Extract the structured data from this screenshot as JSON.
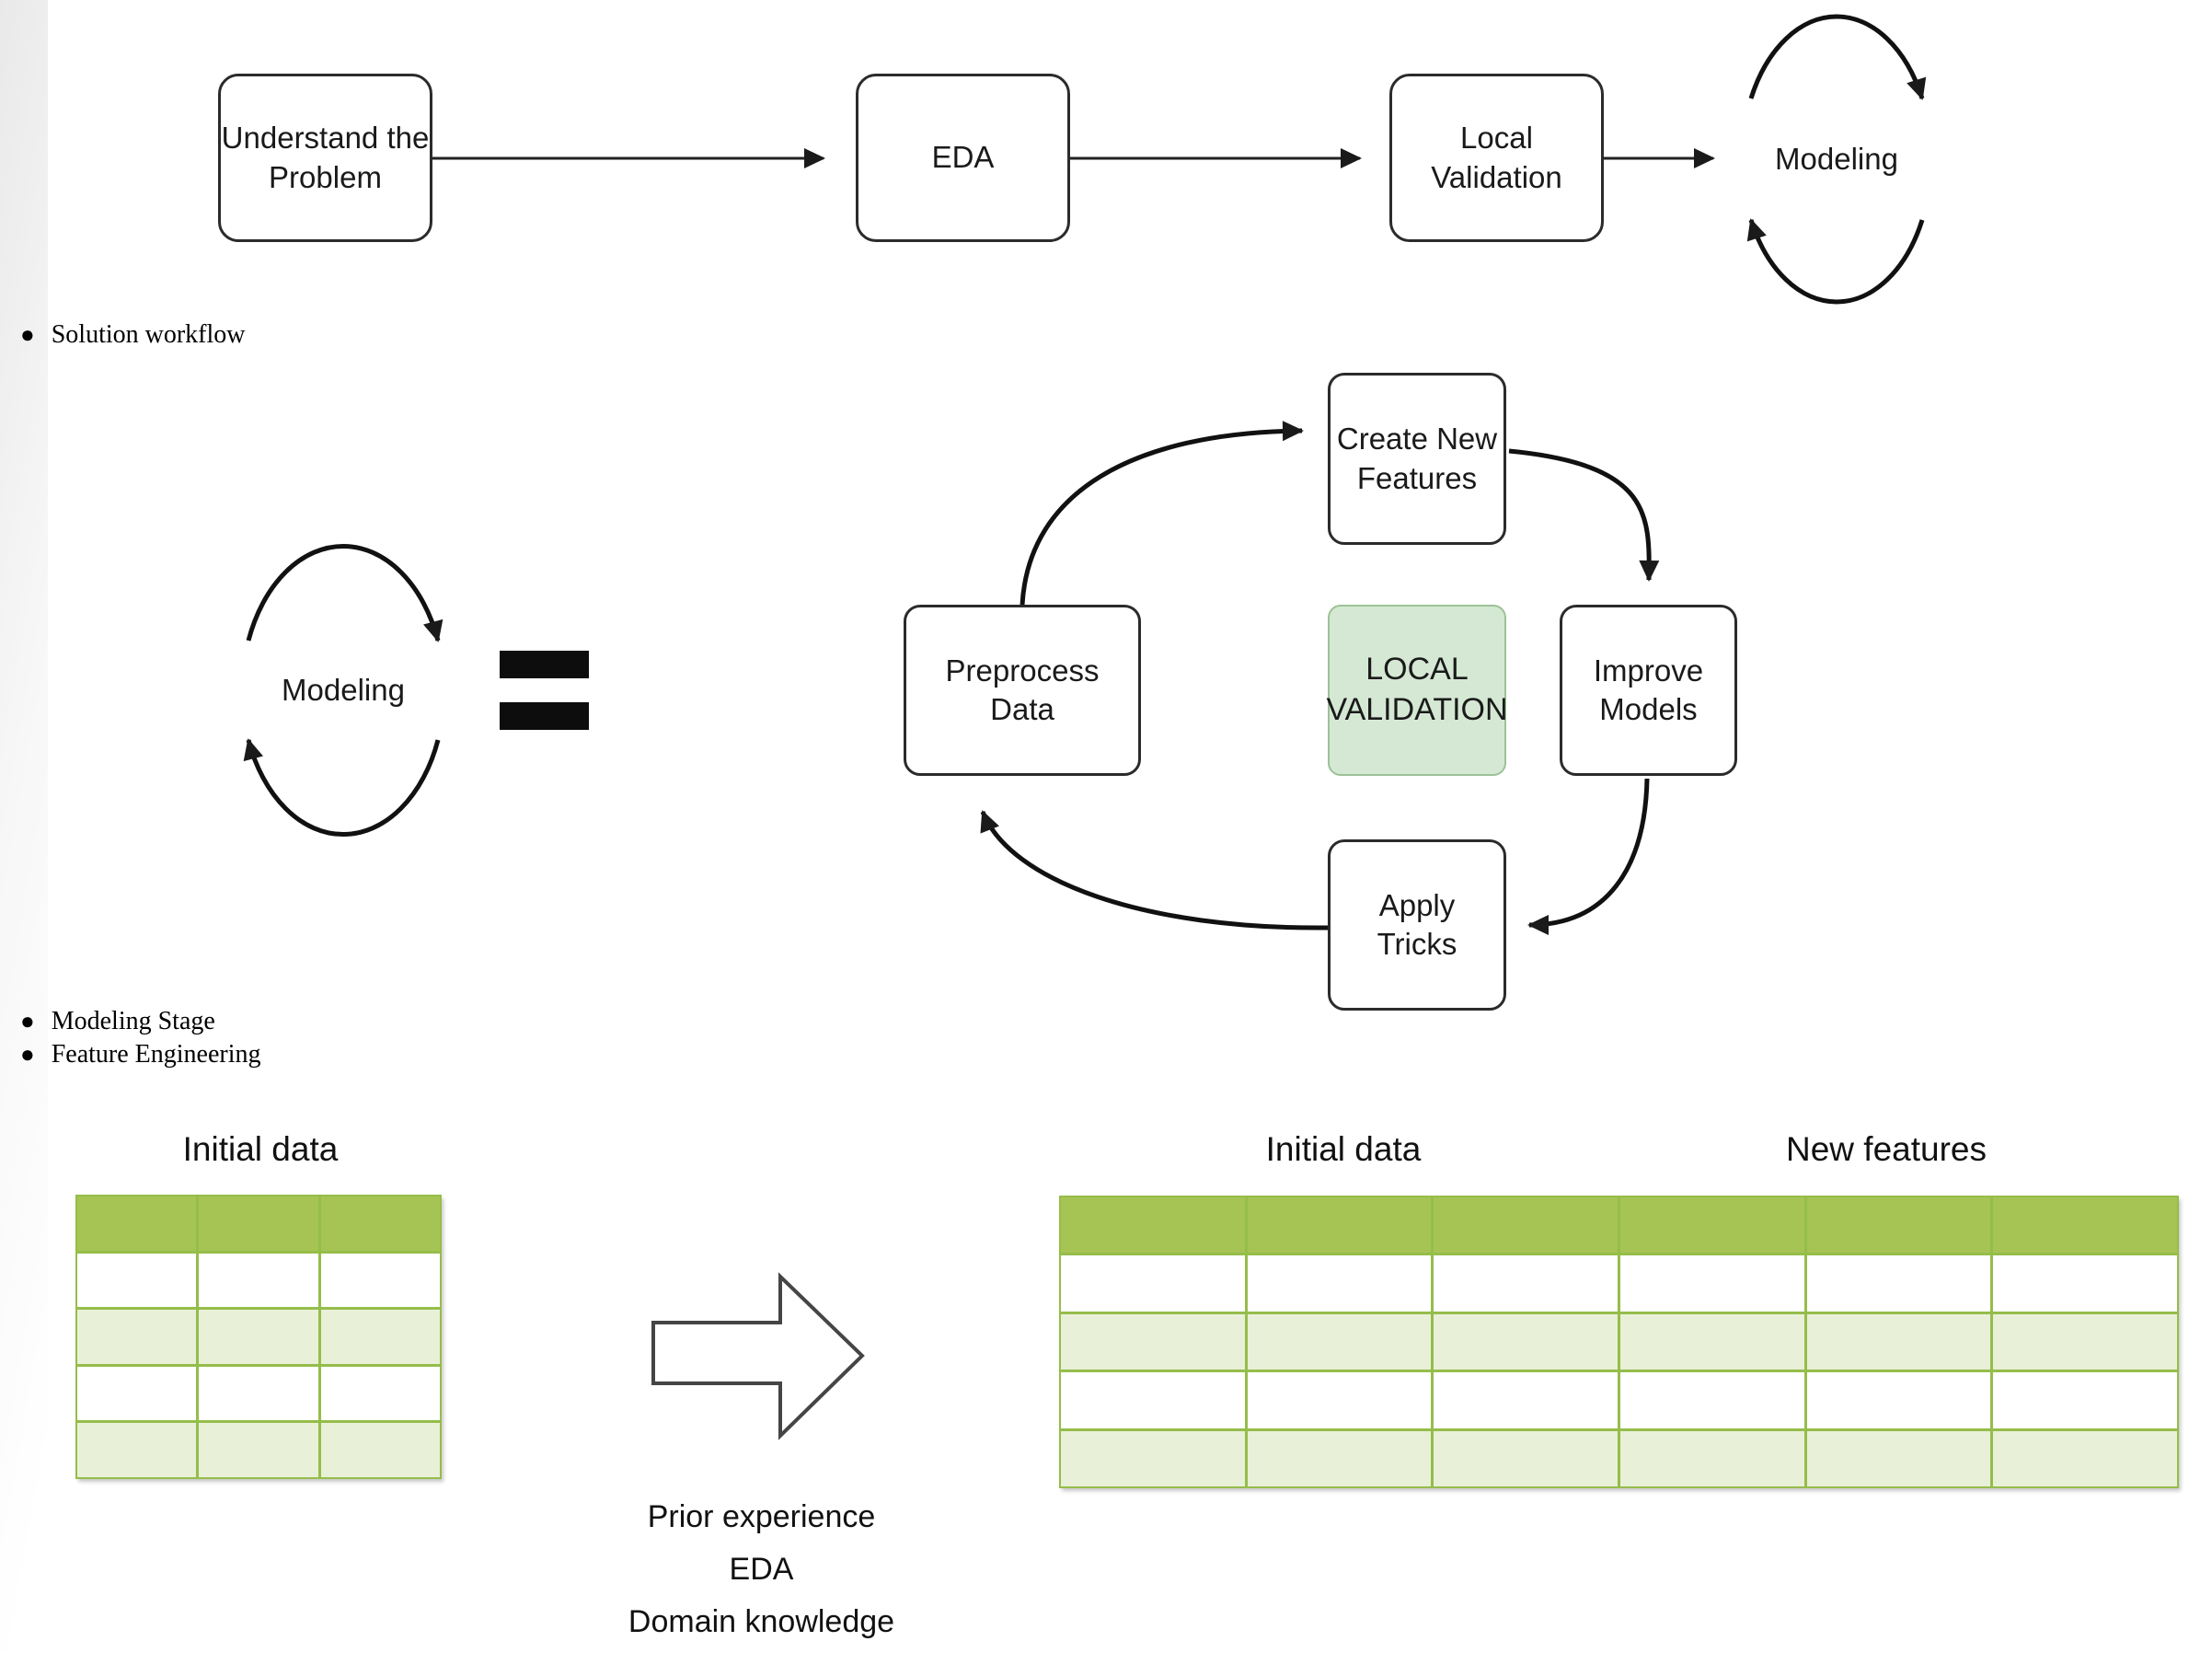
{
  "colors": {
    "header_green": "#a6c454",
    "row_green": "#e9f0d8",
    "table_border": "#95bd4a",
    "validation_fill": "#d5e8d4",
    "validation_border": "#9dc297",
    "box_border": "#2b2b2b",
    "ink": "#1a1a1a"
  },
  "solution_workflow": {
    "bullet_label": "Solution workflow",
    "nodes": [
      {
        "label": "Understand the\nProblem"
      },
      {
        "label": "EDA"
      },
      {
        "label": "Local\nValidation"
      },
      {
        "label": "Modeling"
      }
    ]
  },
  "modeling_stage": {
    "bullet_label": "Modeling Stage",
    "cycle_label": "Modeling",
    "steps": {
      "preprocess": "Preprocess\nData",
      "create_features": "Create New\nFeatures",
      "improve": "Improve\nModels",
      "tricks": "Apply\nTricks"
    },
    "center_label": "LOCAL\nVALIDATION"
  },
  "feature_engineering": {
    "bullet_label": "Feature Engineering",
    "left_table_title": "Initial data",
    "right_initial_title": "Initial data",
    "right_new_title": "New features",
    "arrow_caption": "Prior experience\nEDA\nDomain knowledge",
    "left_table": {
      "columns": 3,
      "rows": 5
    },
    "right_table": {
      "columns": 6,
      "rows": 5
    }
  }
}
